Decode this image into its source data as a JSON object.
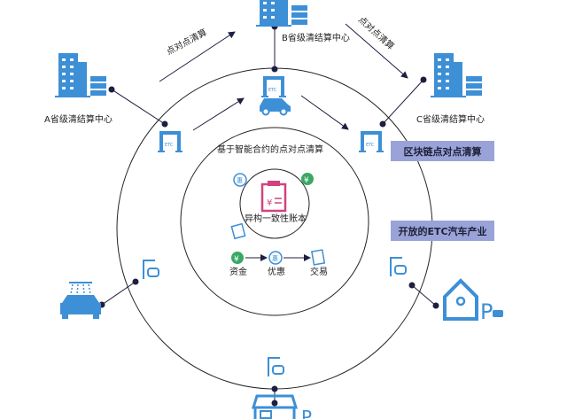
{
  "centers": {
    "a": "A省级清结算中心",
    "b": "B省级清结算中心",
    "c": "C省级清结算中心"
  },
  "arrows": {
    "left": "点对点清算",
    "right": "点对点清算"
  },
  "gantry_text": "ETC",
  "middle": {
    "title": "基于智能合约的点对点清算",
    "ledger": "异构一致性账本",
    "flow": [
      "资金",
      "优惠",
      "交易"
    ]
  },
  "tags": {
    "blockchain": "区块链点对点清算",
    "industry": "开放的ETC汽车产业"
  },
  "colors": {
    "icon_blue": "#3d8fd6",
    "tag_bg": "#9aa3d8",
    "node": "#1c1f3f",
    "ledger_pink": "#d0437f",
    "yuan_green": "#3aa865"
  }
}
